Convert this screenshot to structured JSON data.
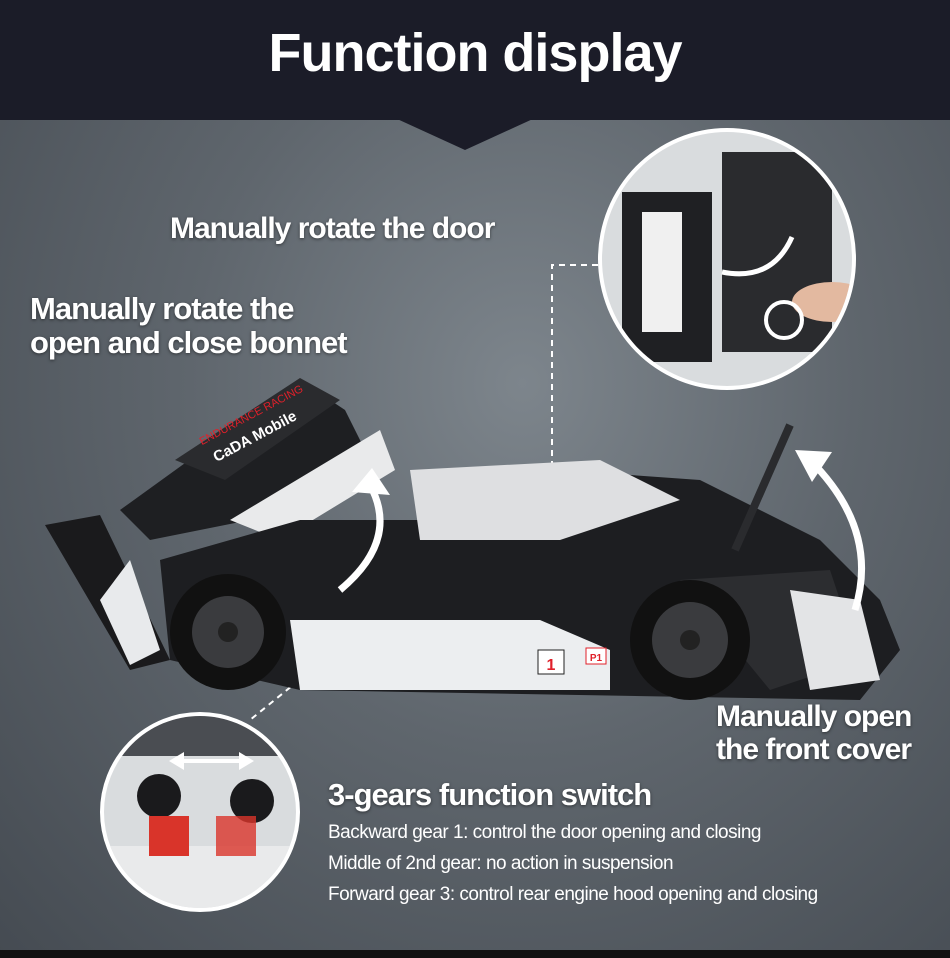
{
  "header": {
    "title": "Function display"
  },
  "labels": {
    "door": "Manually rotate the door",
    "bonnet_line1": "Manually rotate the",
    "bonnet_line2": "open and close bonnet",
    "front_line1": "Manually open",
    "front_line2": "the front cover",
    "switch_title": "3-gears function switch"
  },
  "gears": [
    "Backward gear 1: control the door opening and closing",
    "Middle of 2nd gear: no action in suspension",
    "Forward gear 3: control rear engine hood opening and closing"
  ],
  "car_decals": {
    "hood_top": "ENDURANCE RACING",
    "hood_brand": "CaDA Mobile",
    "number": "1",
    "class": "P1"
  },
  "colors": {
    "header_bg": "#1b1c28",
    "text": "#ffffff",
    "marker": "#e0202a"
  }
}
